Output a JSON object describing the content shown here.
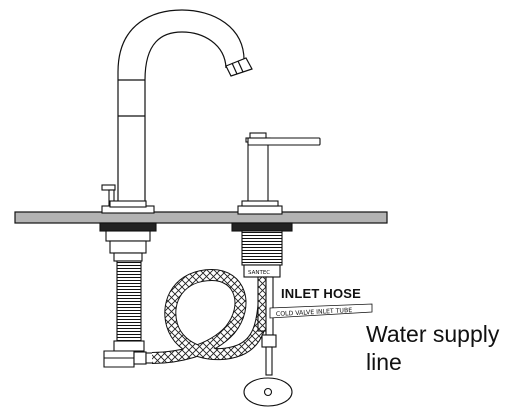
{
  "labels": {
    "inlet_hose": "INLET HOSE",
    "water_supply_line_1": "Water supply",
    "water_supply_line_2": "line",
    "brand": "SANTEC",
    "tube_marking": "COLD VALVE INLET TUBE"
  },
  "colors": {
    "line": "#111111",
    "countertop": "#b3b3b3",
    "background": "#ffffff"
  }
}
